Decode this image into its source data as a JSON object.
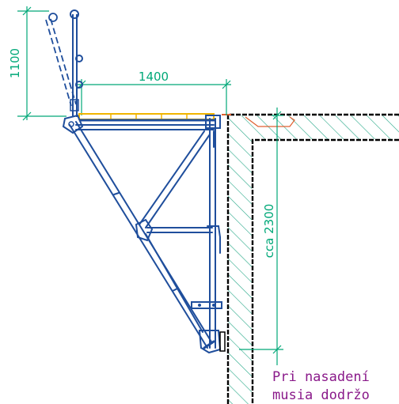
{
  "drawing": {
    "dimensions": {
      "railing_height": "1100",
      "platform_width": "1400",
      "wall_height": "cca 2300"
    },
    "note": {
      "line1": "Pri nasadení",
      "line2": "musia dodržo"
    },
    "colors": {
      "steel": "#1f4e9c",
      "dimension": "#00a878",
      "deck": "#f0b400",
      "wall_outline": "#000000",
      "hatch": "#28a888",
      "note": "#8a1a8a",
      "anchor": "#e06030"
    }
  }
}
